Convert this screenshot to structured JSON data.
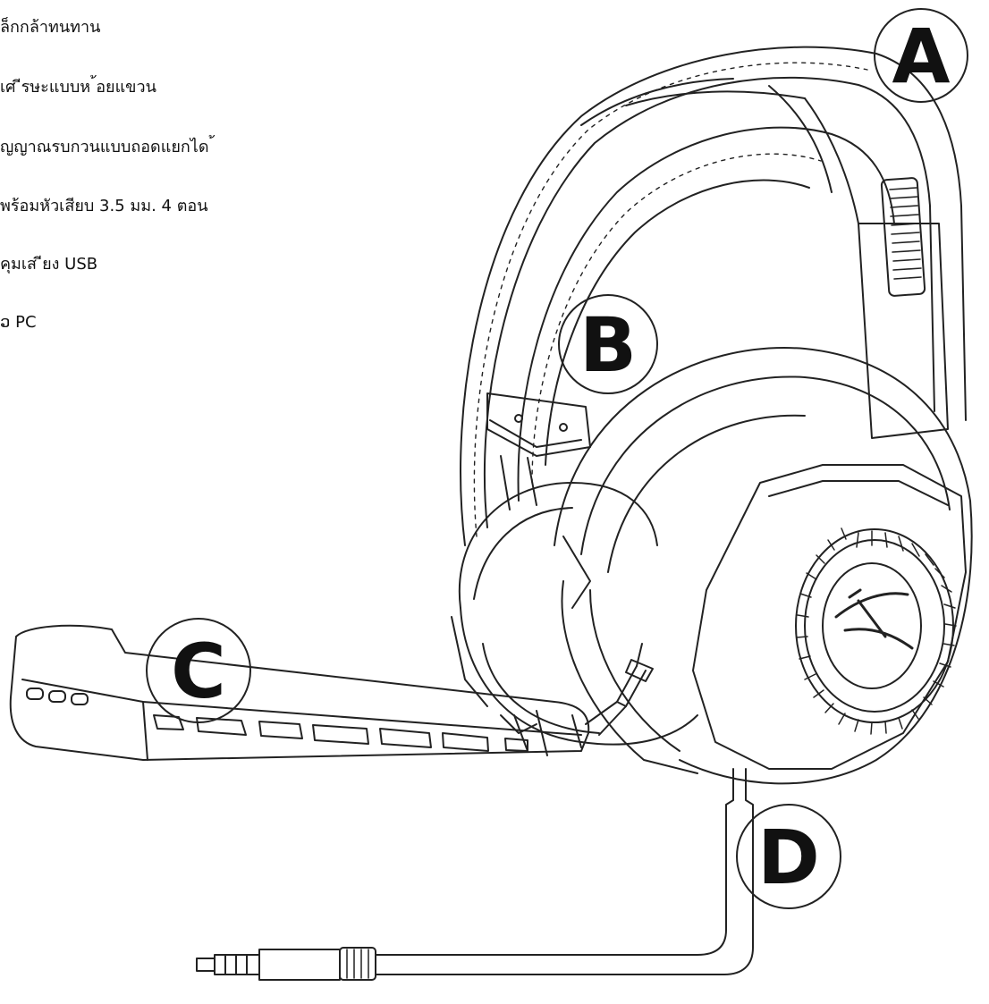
{
  "parts": [
    {
      "text": "ล็กกล้าทนทาน"
    },
    {
      "text": "เศ ีรษะแบบห ้อยแขวน"
    },
    {
      "text": "ัญญาณรบกวนแบบถอดแยกได ้"
    },
    {
      "text": "พร้อมหัวเสียบ 3.5 มม. 4 ตอน"
    },
    {
      "text": "คุมเส ียง USB"
    },
    {
      "text": "ວ PC"
    }
  ],
  "callouts": {
    "a": "A",
    "b": "B",
    "c": "C",
    "d": "D"
  },
  "colors": {
    "line": "#222222",
    "text": "#111111"
  }
}
